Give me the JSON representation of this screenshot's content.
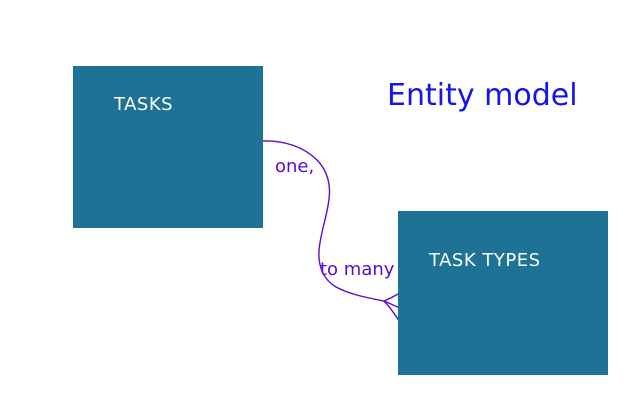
{
  "title": {
    "text": "Entity model"
  },
  "entities": [
    {
      "id": "tasks",
      "label": "TASKS"
    },
    {
      "id": "task-types",
      "label": "TASK TYPES"
    }
  ],
  "relationship": {
    "from": "TASKS",
    "to": "TASK TYPES",
    "cardinality_start_label": "one,",
    "cardinality_end_label": "to many",
    "end_notation": "crow-foot-many",
    "color": "#5a0bd0"
  },
  "colors": {
    "background": "#ffffff",
    "entity_fill": "#1d7296",
    "entity_text": "#ffffff",
    "title_text": "#1515e8",
    "connector": "#5a0bd0"
  }
}
